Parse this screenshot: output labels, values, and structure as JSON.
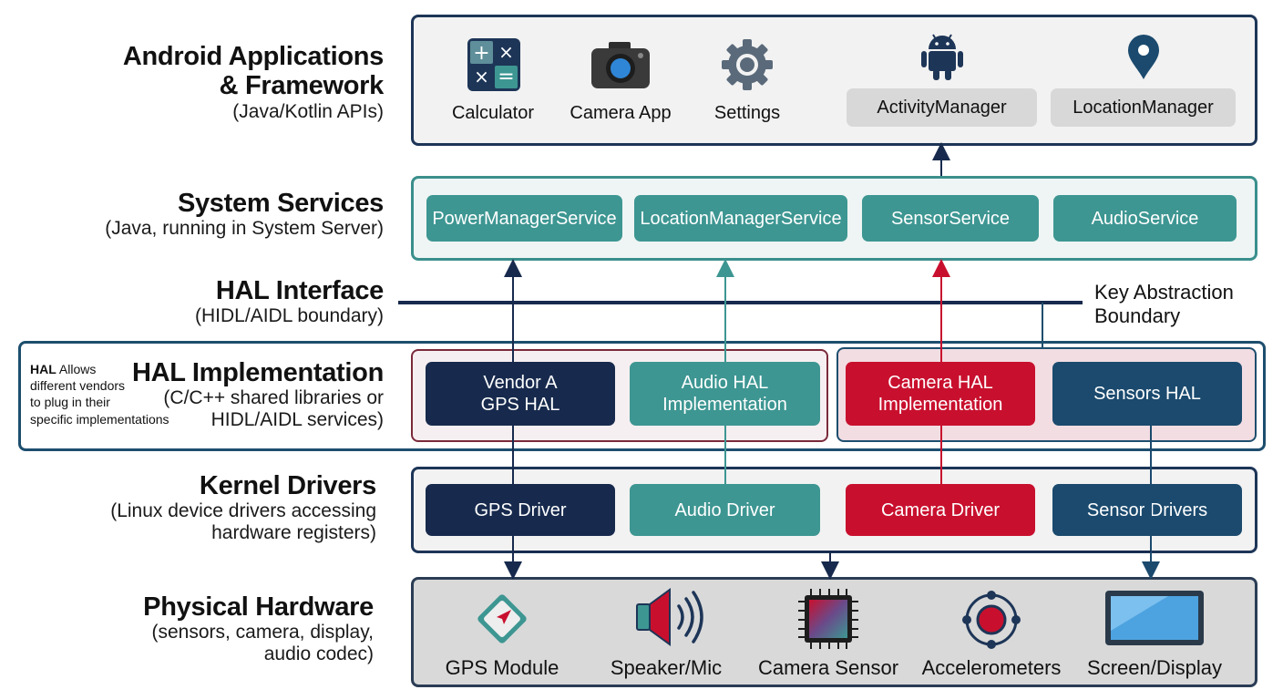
{
  "layers": {
    "apps": {
      "title": "Android Applications\n& Framework",
      "subtitle": "(Java/Kotlin APIs)"
    },
    "services": {
      "title": "System Services",
      "subtitle": "(Java, running in System Server)"
    },
    "hal_interface": {
      "title": "HAL Interface",
      "subtitle": "(HIDL/AIDL boundary)"
    },
    "hal_impl": {
      "title": "HAL Implementation",
      "subtitle": "(C/C++ shared libraries or\nHIDL/AIDL services)"
    },
    "kernel": {
      "title": "Kernel Drivers",
      "subtitle": "(Linux device drivers accessing\nhardware registers)"
    },
    "hardware": {
      "title": "Physical Hardware",
      "subtitle": "(sensors, camera, display,\naudio codec)"
    }
  },
  "apps": {
    "calculator": "Calculator",
    "camera": "Camera App",
    "settings": "Settings",
    "activity_manager": "ActivityManager",
    "location_manager": "LocationManager"
  },
  "services": {
    "power": "PowerManagerService",
    "location": "LocationManagerService",
    "sensor": "SensorService",
    "audio": "AudioService"
  },
  "boundary_note": "Key Abstraction\nBoundary",
  "hal_note": {
    "bold": "HAL",
    "rest": " Allows\ndifferent vendors\nto plug in their\nspecific implementations"
  },
  "hal": {
    "gps": "Vendor A\nGPS HAL",
    "audio": "Audio HAL\nImplementation",
    "camera": "Camera HAL\nImplementation",
    "sensors": "Sensors HAL"
  },
  "drivers": {
    "gps": "GPS Driver",
    "audio": "Audio Driver",
    "camera": "Camera Driver",
    "sensors": "Sensor Drivers"
  },
  "hardware": {
    "gps": "GPS Module",
    "speaker": "Speaker/Mic",
    "camera": "Camera Sensor",
    "accel": "Accelerometers",
    "screen": "Screen/Display"
  },
  "colors": {
    "navy": "#172a4d",
    "teal": "#3d9692",
    "red": "#c8102e",
    "blue": "#1b4a6e"
  }
}
